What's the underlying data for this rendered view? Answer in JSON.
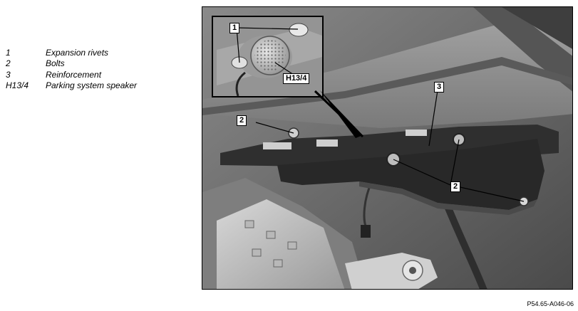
{
  "legend": [
    {
      "num": "1",
      "label": "Expansion rivets"
    },
    {
      "num": "2",
      "label": "Bolts"
    },
    {
      "num": "3",
      "label": "Reinforcement"
    },
    {
      "num": "H13/4",
      "label": "Parking system speaker"
    }
  ],
  "callouts": {
    "c1": "1",
    "h134": "H13/4",
    "c3": "3",
    "c2a": "2",
    "c2b": "2"
  },
  "reference": "P54.65-A046-06"
}
